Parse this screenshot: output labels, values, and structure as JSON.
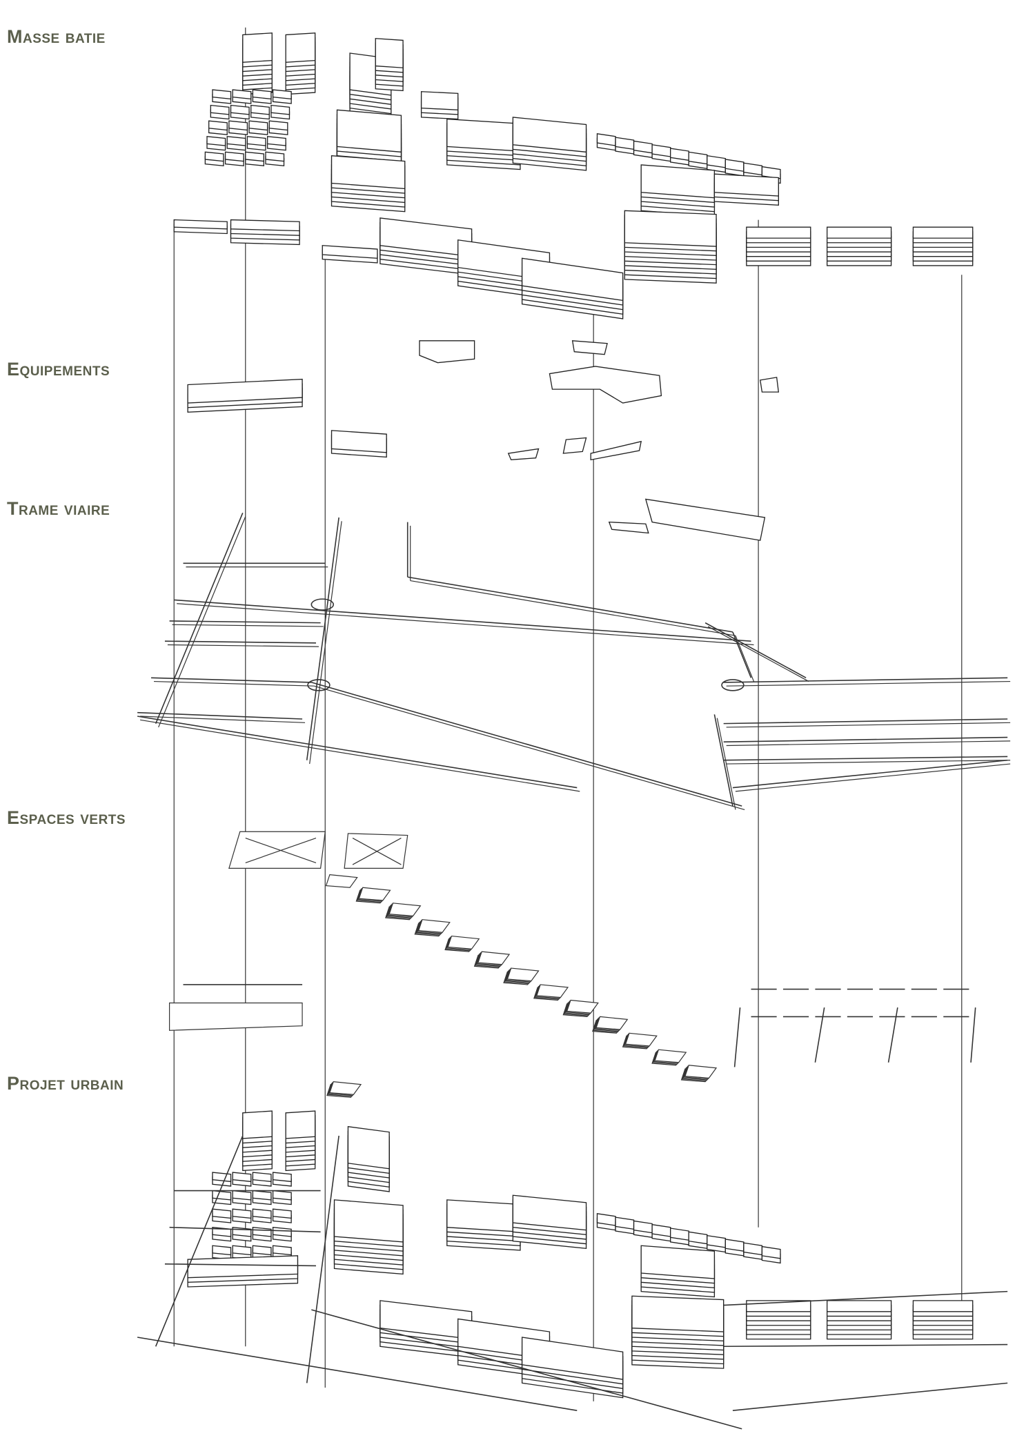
{
  "layers": [
    {
      "id": "masse-batie",
      "label": "Masse batie"
    },
    {
      "id": "equipements",
      "label": "Equipements"
    },
    {
      "id": "trame-viaire",
      "label": "Trame viaire"
    },
    {
      "id": "espaces-verts",
      "label": "Espaces verts"
    },
    {
      "id": "projet-urbain",
      "label": "Projet urbain"
    }
  ],
  "colors": {
    "label": "#5b5f4c",
    "line": "#333333"
  }
}
